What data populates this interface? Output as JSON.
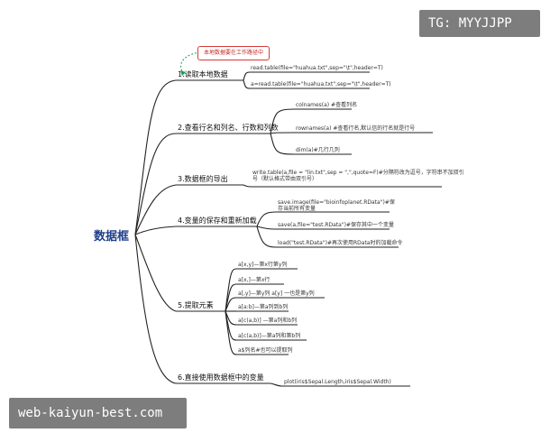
{
  "watermarks": {
    "top_right": "TG: MYYJJPP",
    "bottom_left": "web-kaiyun-best.com"
  },
  "mindmap": {
    "root": "数据框",
    "callout": "本地数据要在工作路径中",
    "branches": [
      {
        "label": "1.读取本地数据",
        "leaves": [
          "read.table(file=\"huahua.txt\",sep=\"\\t\",header=T)",
          "a=read.table(file=\"huahua.txt\",sep=\"\\t\",header=T)"
        ]
      },
      {
        "label": "2.查看行名和列名、行数和列数",
        "leaves": [
          "colnames(a) #查看列名",
          "rownames(a) #查看行名,默认信的行名就是行号",
          "dim(a)#几行几列"
        ]
      },
      {
        "label": "3.数据框的导出",
        "leaves": [
          "write.table(a,file = \"lin.txt\",sep = \",\",quote=F)#分隔符改为逗号，字符串不加双引\n号（默认格式带由双引号）"
        ]
      },
      {
        "label": "4.变量的保存和重新加载",
        "leaves": [
          "save.image(file=\"bioinfoplanet.RData\")#保\n存当前所有变量",
          "save(a,file=\"test.RData\")#保存其中一个变量",
          "load(\"test.RData\")#再次使用RData时的加载命令"
        ]
      },
      {
        "label": "5.提取元素",
        "leaves": [
          "a[x,y]—第x行第y列",
          "a[x,]—第x行",
          "a[,y]—第y列   a[y] 一也是第y列",
          "a[a:b]—第a列到b列",
          "a[c(a,b)] —第a列和b列",
          "a[c(a,b)]—第a列和第b列",
          "a$列名#也可以提取列"
        ]
      },
      {
        "label": "6.直接使用数据框中的变量",
        "leaves": [
          "plot(iris$Sepal.Length,iris$Sepal.Width)"
        ]
      }
    ]
  }
}
